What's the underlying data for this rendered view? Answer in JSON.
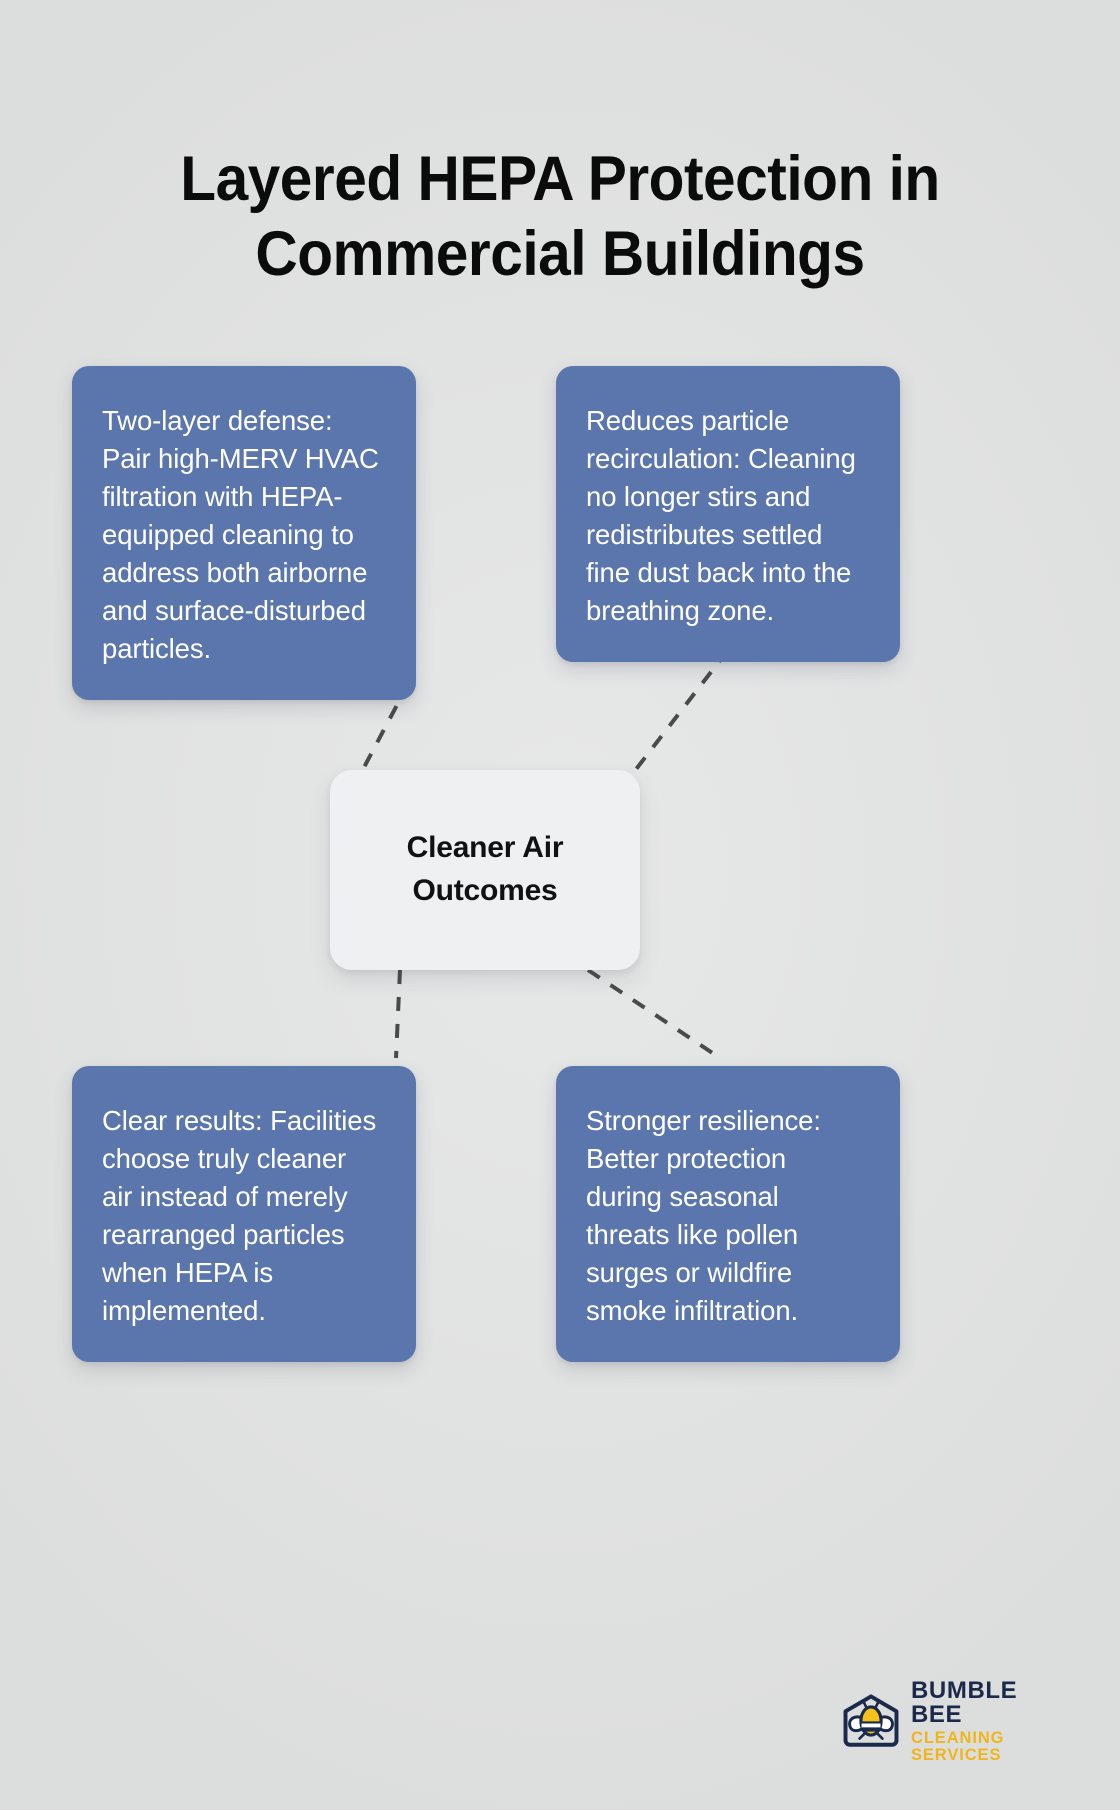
{
  "page": {
    "background_color": "#e0e2e1",
    "title_line_1": "Layered HEPA Protection in",
    "title_line_2": "Commercial Buildings"
  },
  "theme": {
    "node_blue": "#5b76ac",
    "node_text": "#ffffff",
    "center_fill": "#eff0f1",
    "center_text": "#111111",
    "connector_color": "#4a4a4a",
    "title_color": "#0b0b0b",
    "logo_navy": "#1b2a4a",
    "logo_gold": "#f0b51c"
  },
  "center": {
    "label": "Cleaner Air Outcomes"
  },
  "nodes": [
    {
      "id": "top-left",
      "text": "Two-layer defense: Pair high-MERV HVAC filtration with HEPA-equipped cleaning to address both airborne and surface-disturbed particles."
    },
    {
      "id": "top-right",
      "text": "Reduces particle recirculation: Cleaning no longer stirs and redistributes settled fine dust back into the breathing zone."
    },
    {
      "id": "bottom-left",
      "text": "Clear results: Facilities choose truly cleaner air instead of merely rearranged particles when HEPA is implemented."
    },
    {
      "id": "bottom-right",
      "text": "Stronger resilience: Better protection during seasonal threats like pollen surges or wildfire smoke infiltration."
    }
  ],
  "logo": {
    "name": "BUMBLE BEE",
    "tagline": "CLEANING SERVICES"
  }
}
